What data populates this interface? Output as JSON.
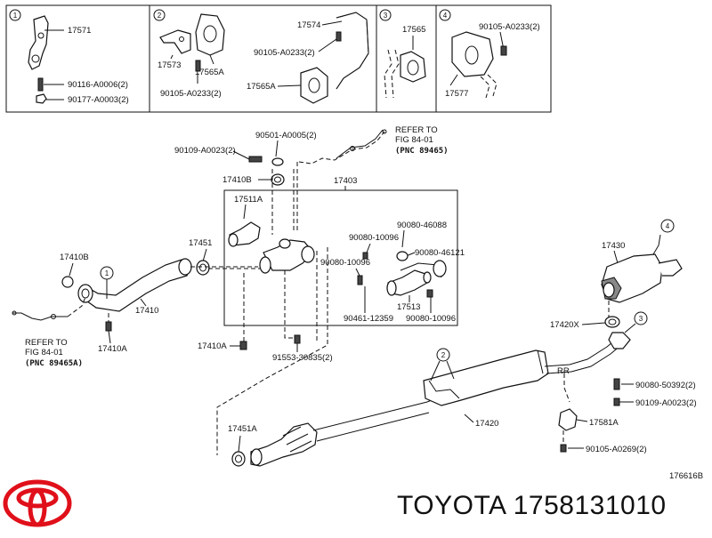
{
  "insets": [
    {
      "number": "1",
      "labels": [
        "17571",
        "90116-A0006(2)",
        "90177-A0003(2)"
      ]
    },
    {
      "number": "2",
      "labels": [
        "17574",
        "17573",
        "17565A",
        "90105-A0233(2)",
        "90105-A0233(2)",
        "17565A"
      ]
    },
    {
      "number": "3",
      "labels": [
        "17565"
      ]
    },
    {
      "number": "4",
      "labels": [
        "90105-A0233(2)",
        "17577"
      ]
    }
  ],
  "main_labels": {
    "l90501": "90501-A0005(2)",
    "l90109a": "90109-A0023(2)",
    "refer_top_1": "REFER TO",
    "refer_top_2": "FIG 84-01",
    "refer_top_3": "(PNC 89465)",
    "l17410b_top": "17410B",
    "l17403": "17403",
    "l17511a": "17511A",
    "l17451": "17451",
    "l17410b_left": "17410B",
    "l17410": "17410",
    "l90080_46088": "90080-46088",
    "l90080_10096a": "90080-10096",
    "l90080_46121": "90080-46121",
    "l90080_10096b": "90080-10096",
    "l17513": "17513",
    "l90461": "90461-12359",
    "l90080_10096c": "90080-10096",
    "l17410a_mid": "17410A",
    "l91553": "91553-30835(2)",
    "l17410a_left": "17410A",
    "refer_left_1": "REFER TO",
    "refer_left_2": "FIG 84-01",
    "refer_left_3": "(PNC 89465A)",
    "l17430": "17430",
    "l17420x": "17420X",
    "l17420": "17420",
    "l90080_50392": "90080-50392(2)",
    "l90109b": "90109-A0023(2)",
    "l17581a": "17581A",
    "l90105_a0269": "90105-A0269(2)",
    "l17451a": "17451A",
    "fig_code": "176616B"
  },
  "callouts": [
    "1",
    "2",
    "3",
    "4"
  ],
  "brand": {
    "name": "TOYOTA",
    "part_number": "1758131010",
    "caption": "TOYOTA 1758131010",
    "logo_color": "#e0101a"
  }
}
